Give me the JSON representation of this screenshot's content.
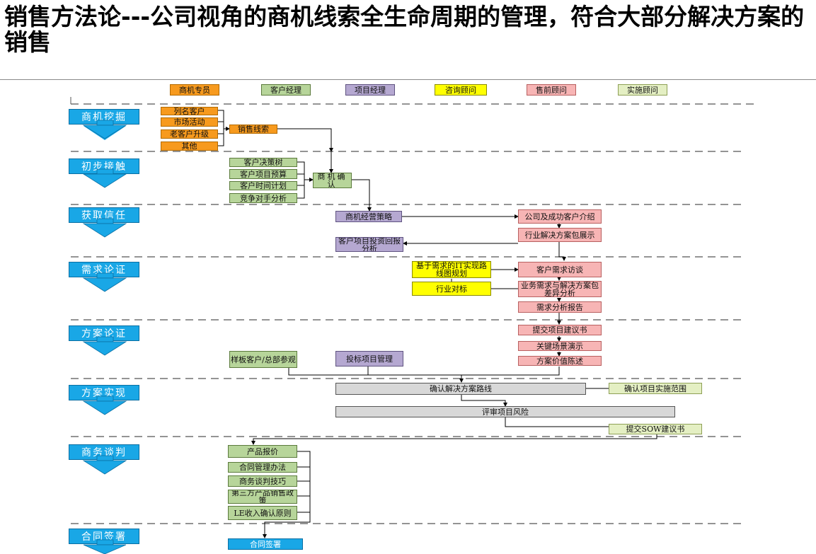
{
  "title": "销售方法论---公司视角的商机线索全生命周期的管理，符合大部分解决方案的销售",
  "legend": [
    "商机专员",
    "客户经理",
    "项目经理",
    "咨询顾问",
    "售前顾问",
    "实施顾问"
  ],
  "stages": [
    "商机挖掘",
    "初步接触",
    "获取信任",
    "需求论证",
    "方案论证",
    "方案实现",
    "商务谈判",
    "合同签署"
  ],
  "boxes": {
    "b1": "列名客户",
    "b2": "市场活动",
    "b3": "老客户升级",
    "b4": "其他",
    "b5": "销售线索",
    "b6": "客户决策树",
    "b7": "客户项目预算",
    "b8": "客户时间计划",
    "b9": "竞争对手分析",
    "b10": "商机确认",
    "b11": "商机经营策略",
    "b12": "公司及成功客户介绍",
    "b13": "行业解决方案包展示",
    "b14": "客户项目投资回报分析",
    "b15": "基于需求的IT实现路线图规划",
    "b16": "行业对标",
    "b17": "客户需求访谈",
    "b18": "业务需求与解决方案包差异分析",
    "b19": "需求分析报告",
    "b20": "提交项目建议书",
    "b21": "关键场景演示",
    "b22": "方案价值陈述",
    "b23": "样板客户/总部参观",
    "b24": "投标项目管理",
    "b25": "确认解决方案路线",
    "b26": "确认项目实施范围",
    "b27": "评审项目风险",
    "b28": "提交SOW建议书",
    "b29": "产品报价",
    "b30": "合同管理办法",
    "b31": "商务谈判技巧",
    "b32": "第三方产品销售政策",
    "b33": "LE收入确认原则",
    "b34": "合同签署"
  },
  "colors": {
    "orange": "#f79a1e",
    "green": "#b7d59a",
    "purple": "#b5a8d1",
    "yellow": "#ffff00",
    "pink": "#f7b5b5",
    "light_green": "#e4efc3",
    "gray": "#d8d8d8",
    "stage_blue": "#19a7e6"
  }
}
